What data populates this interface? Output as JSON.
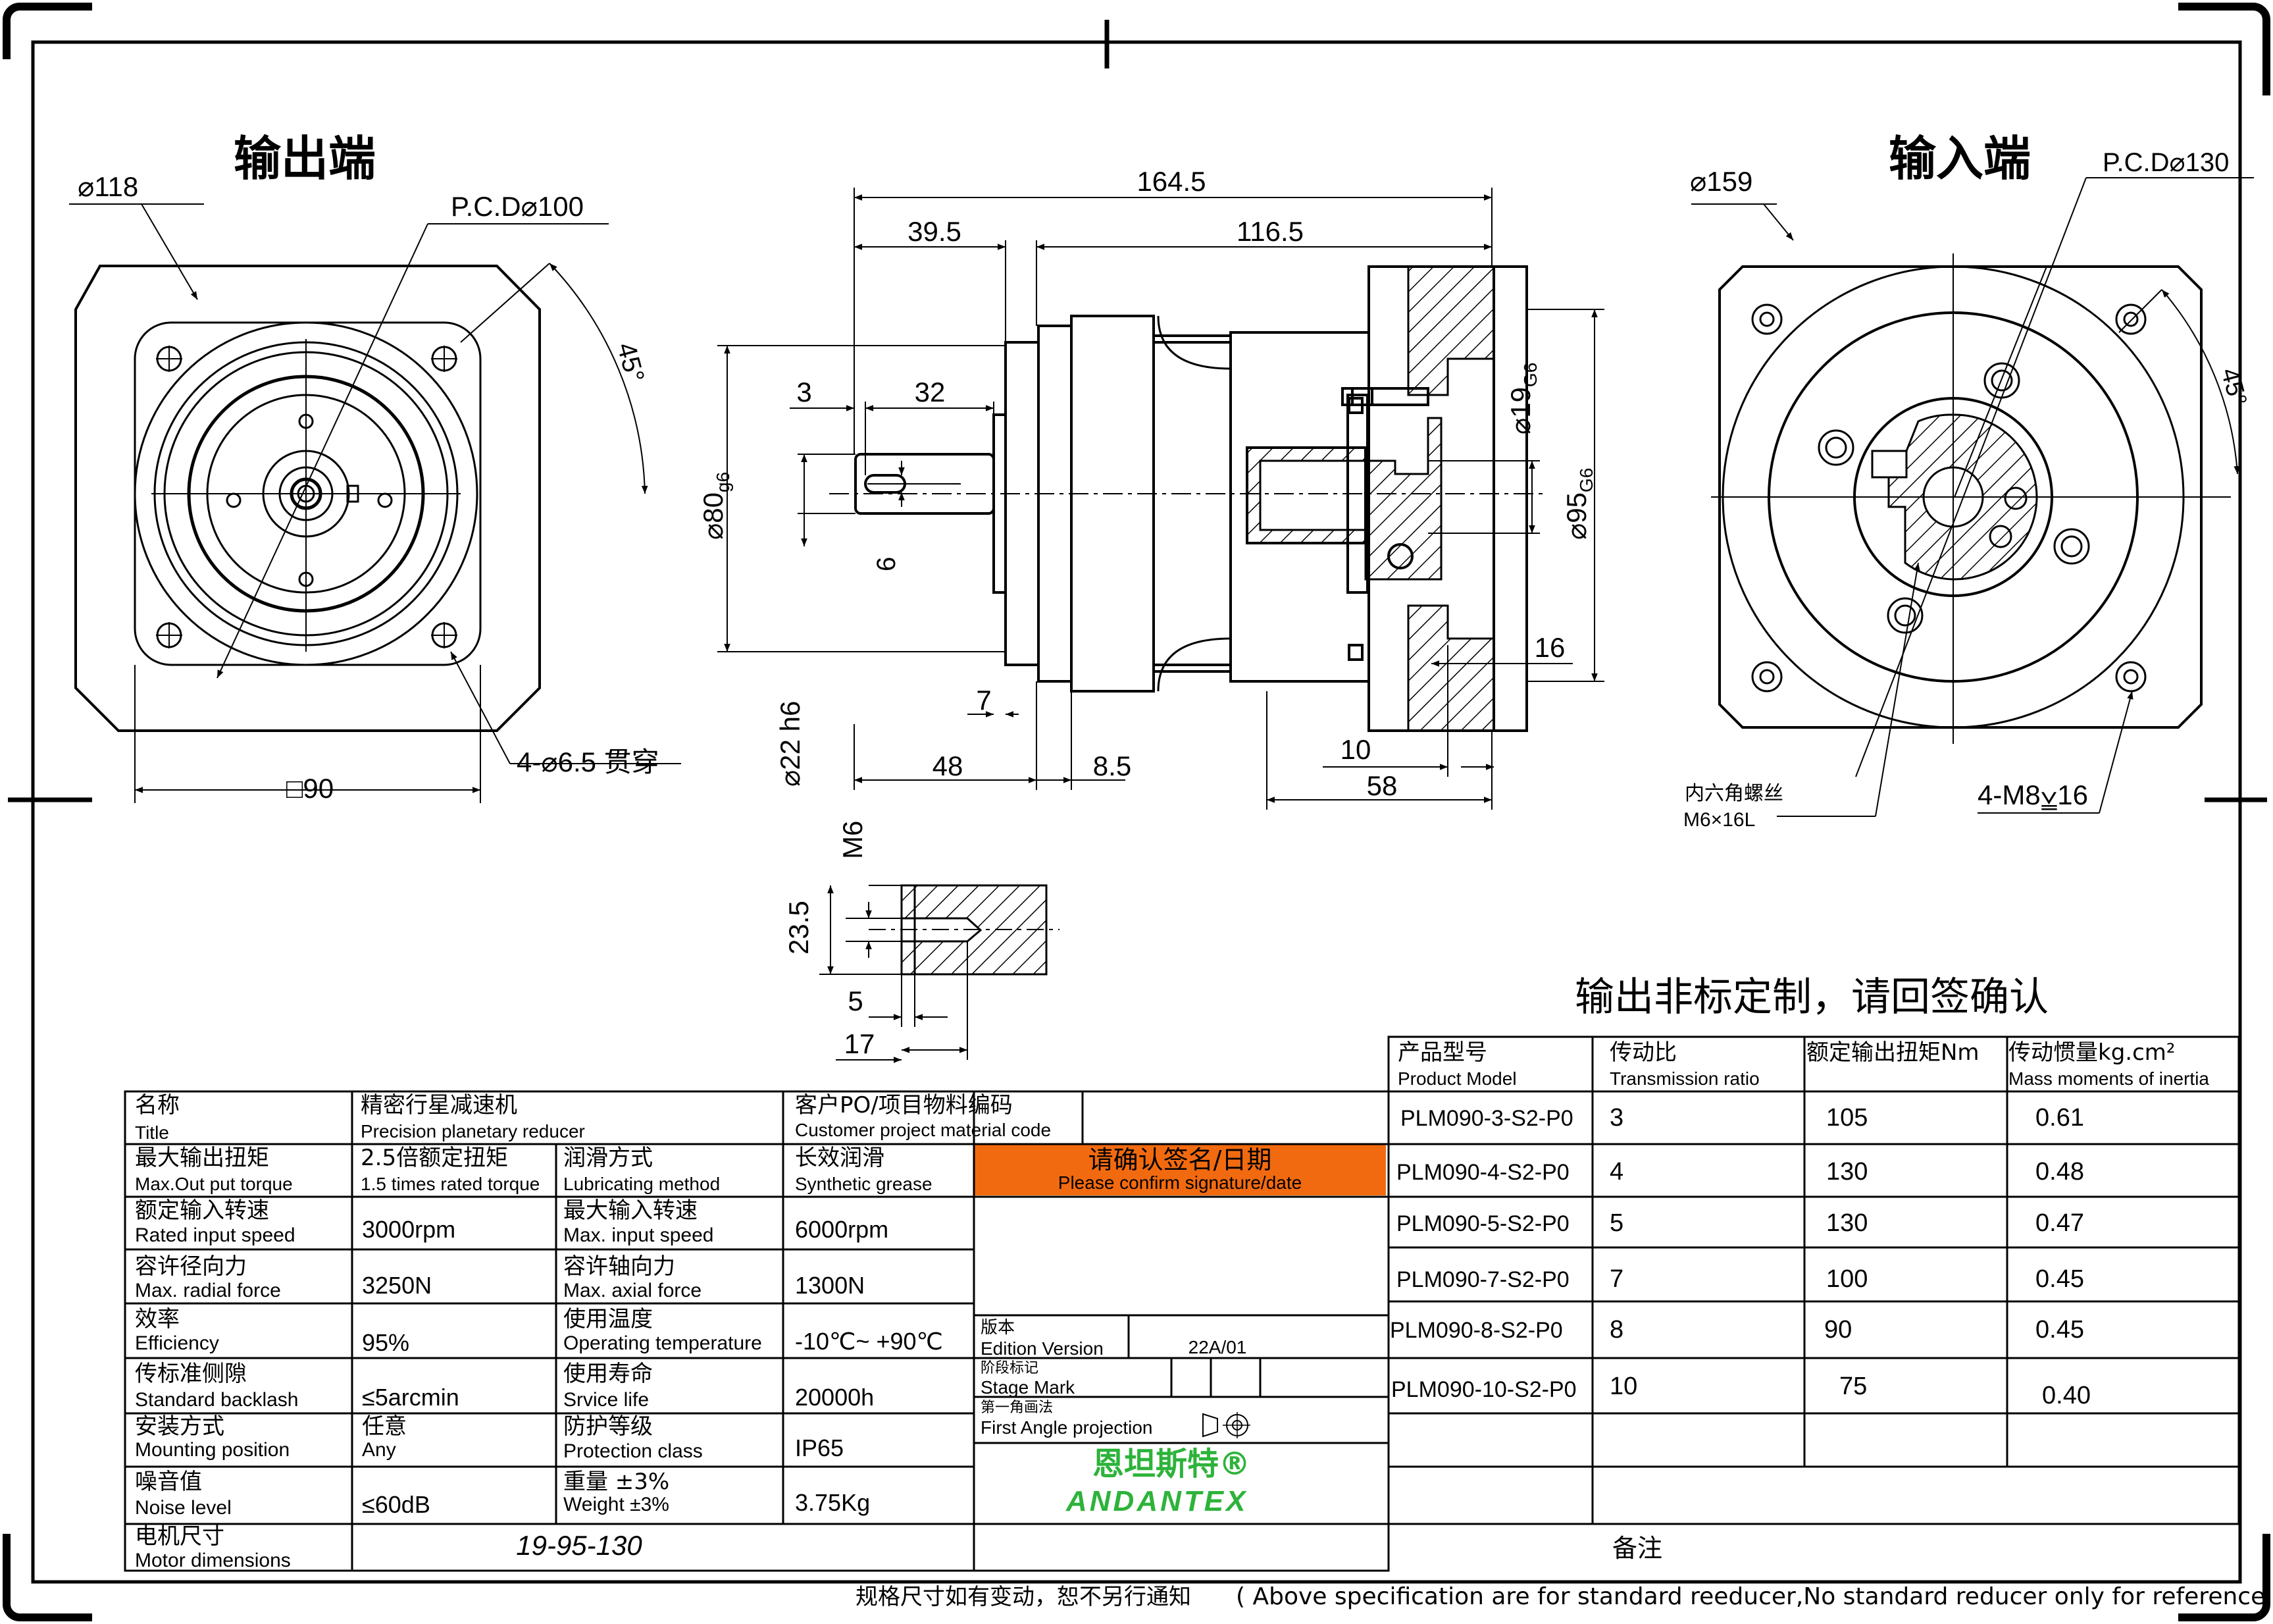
{
  "views": {
    "output_title": "输出端",
    "input_title": "输入端",
    "output": {
      "outer_dia": "⌀118",
      "pcd": "P.C.D⌀100",
      "angle": "45°",
      "holes": "4-⌀6.5 贯穿",
      "square": "□90"
    },
    "input": {
      "outer_dia": "⌀159",
      "pcd": "P.C.D⌀130",
      "angle": "45°",
      "screw_cn": "内六角螺丝",
      "screw_size": "M6×16L",
      "holes": "4-M8⩣16"
    },
    "side": {
      "total": "164.5",
      "d39_5": "39.5",
      "d116_5": "116.5",
      "d3": "3",
      "d32": "32",
      "d6": "6",
      "d80": "⌀80",
      "d80_tol": "g6",
      "d22": "⌀22 h6",
      "d7": "7",
      "d48": "48",
      "d8_5": "8.5",
      "d10": "10",
      "d58": "58",
      "d16": "16",
      "d19": "⌀19",
      "d19_tol": "G6",
      "d95": "⌀95",
      "d95_tol": "G6"
    },
    "shaft_detail": {
      "thread": "M6",
      "d23_5": "23.5",
      "d5": "5",
      "d17": "17"
    }
  },
  "notice": "输出非标定制，请回签确认",
  "info_table": {
    "rows": [
      {
        "l_cn": "名称",
        "l_en": "Title",
        "v_cn": "精密行星减速机",
        "v_en": "Precision planetary reducer",
        "r_cn": "客户PO/项目物料编码",
        "r_en": "Customer project material code",
        "r_v": ""
      },
      {
        "l_cn": "最大输出扭矩",
        "l_en": "Max.Out put torque",
        "v_cn": "2.5倍额定扭矩",
        "v_en": "1.5 times rated torque",
        "m_cn": "润滑方式",
        "m_en": "Lubricating method",
        "r_cn": "长效润滑",
        "r_en": "Synthetic grease"
      },
      {
        "l_cn": "额定输入转速",
        "l_en": "Rated input speed",
        "v": "3000rpm",
        "m_cn": "最大输入转速",
        "m_en": "Max. input speed",
        "r": "6000rpm"
      },
      {
        "l_cn": "容许径向力",
        "l_en": "Max. radial force",
        "v": "3250N",
        "m_cn": "容许轴向力",
        "m_en": "Max. axial force",
        "r": "1300N"
      },
      {
        "l_cn": "效率",
        "l_en": "Efficiency",
        "v": "95%",
        "m_cn": "使用温度",
        "m_en": "Operating temperature",
        "r": "-10℃~ +90℃"
      },
      {
        "l_cn": "传标准侧隙",
        "l_en": "Standard backlash",
        "v": "≤5arcmin",
        "m_cn": "使用寿命",
        "m_en": "Srvice life",
        "r": "20000h"
      },
      {
        "l_cn": "安装方式",
        "l_en": "Mounting position",
        "v": "Any",
        "v_cn": "任意",
        "m_cn": "防护等级",
        "m_en": "Protection class",
        "r": "IP65"
      },
      {
        "l_cn": "噪音值",
        "l_en": "Noise level",
        "v": "≤60dB",
        "m_cn": "重量 ±3%",
        "m_en": "Weight ±3%",
        "r": "3.75Kg"
      },
      {
        "l_cn": "电机尺寸",
        "l_en": "Motor dimensions",
        "v": "19-95-130"
      }
    ]
  },
  "confirm": {
    "cn": "请确认签名/日期",
    "en": "Please confirm signature/date",
    "color": "#F26A0F"
  },
  "edition": {
    "cn": "版本",
    "en": "Edition Version",
    "value": "22A/01"
  },
  "stage": {
    "cn": "阶段标记",
    "en": "Stage Mark"
  },
  "projection": {
    "cn": "第一角画法",
    "en": "First Angle projection"
  },
  "brand": {
    "cn": "恩坦斯特®",
    "en": "ANDANTEX",
    "color": "#2DB33A"
  },
  "remark": "备注",
  "model_table": {
    "headers": [
      {
        "cn": "产品型号",
        "en": "Product Model"
      },
      {
        "cn": "传动比",
        "en": "Transmission ratio"
      },
      {
        "cn": "额定输出扭矩Nm",
        "en": ""
      },
      {
        "cn": "传动惯量kg.cm²",
        "en": "Mass moments of inertia"
      }
    ],
    "rows": [
      {
        "model": "PLM090-3-S2-P0",
        "ratio": "3",
        "torque": "105",
        "inertia": "0.61"
      },
      {
        "model": "PLM090-4-S2-P0",
        "ratio": "4",
        "torque": "130",
        "inertia": "0.48"
      },
      {
        "model": "PLM090-5-S2-P0",
        "ratio": "5",
        "torque": "130",
        "inertia": "0.47"
      },
      {
        "model": "PLM090-7-S2-P0",
        "ratio": "7",
        "torque": "100",
        "inertia": "0.45"
      },
      {
        "model": "PLM090-8-S2-P0",
        "ratio": "8",
        "torque": "90",
        "inertia": "0.45"
      },
      {
        "model": "PLM090-10-S2-P0",
        "ratio": "10",
        "torque": "75",
        "inertia": "0.40"
      }
    ]
  },
  "footer": {
    "cn": "规格尺寸如有变动，恕不另行通知",
    "en": "( Above specification are for standard reeducer,No standard reducer only for reference )"
  }
}
